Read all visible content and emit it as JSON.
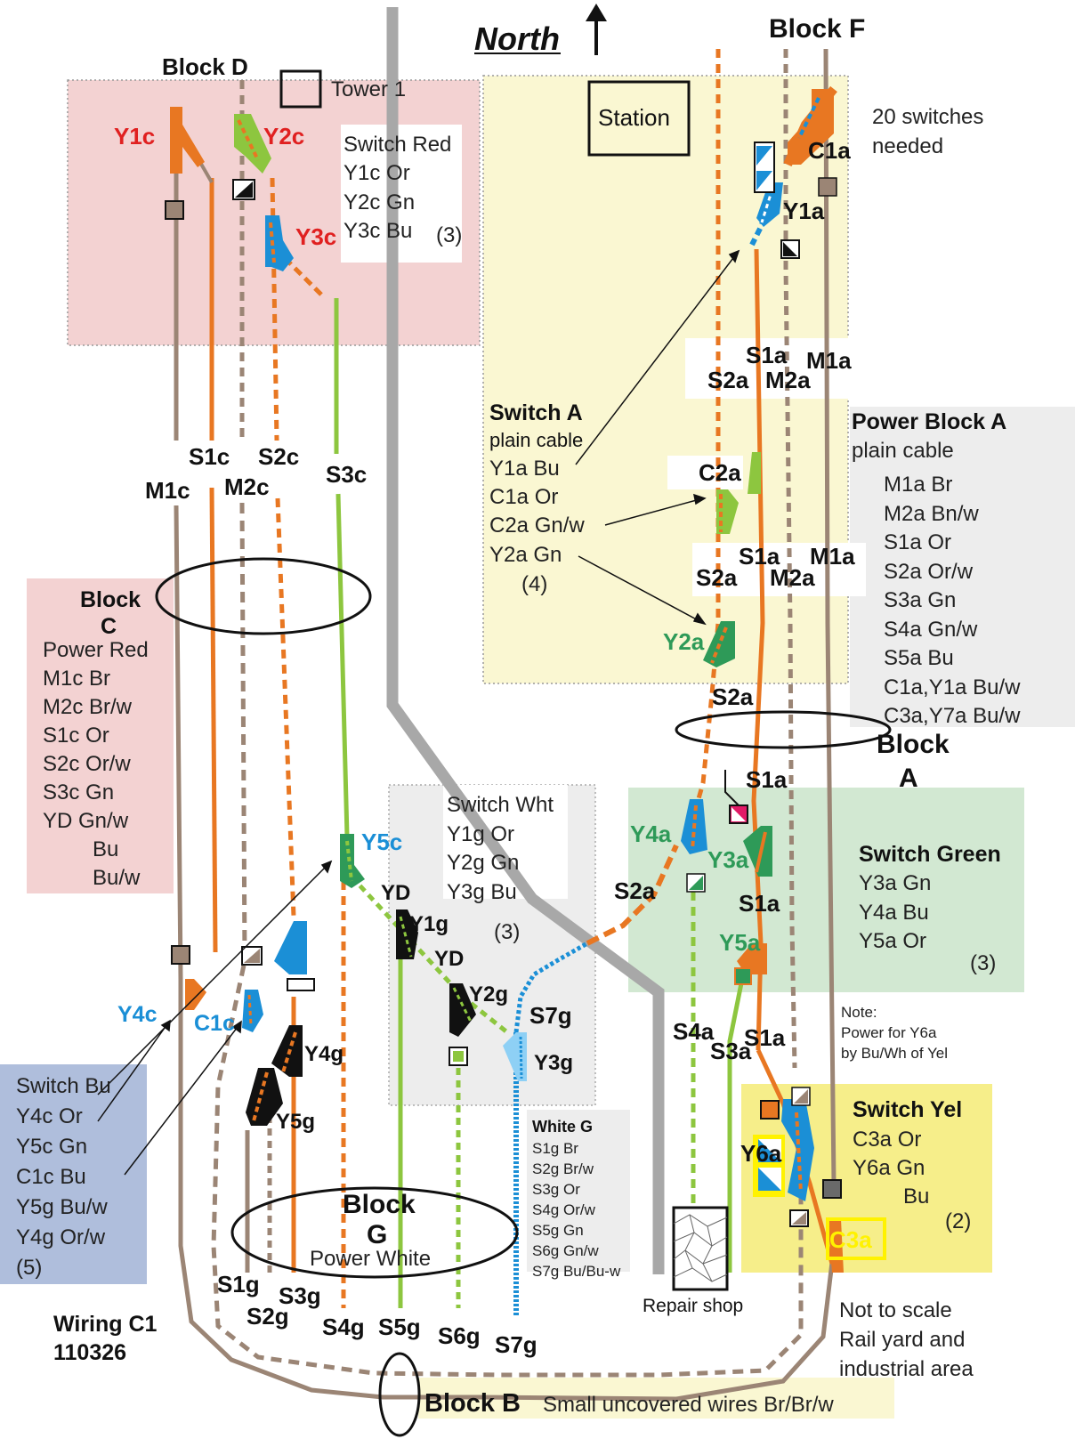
{
  "title": {
    "north": "North"
  },
  "blocks": {
    "D": "Block D",
    "F": "Block F",
    "C_line1": "Block",
    "C_line2": "C",
    "A_line1": "Block",
    "A_line2": "A",
    "G_line1": "Block",
    "G_line2": "G",
    "B": "Block B"
  },
  "landmarks": {
    "tower": "Tower 1",
    "station": "Station",
    "repair": "Repair shop"
  },
  "notes": {
    "switch_count": [
      "20 switches",
      "needed"
    ],
    "power_note": [
      "Note:",
      "Power for Y6a",
      "by Bu/Wh of Yel"
    ],
    "scale": [
      "Not to scale",
      "Rail yard and",
      "industrial area"
    ],
    "wiring": [
      "Wiring C1",
      "110326"
    ],
    "block_b_wires": "Small uncovered wires Br/Br/w",
    "power_white": "Power White"
  },
  "legends": {
    "switch_red": [
      "Switch Red",
      "Y1c Or",
      "Y2c Gn",
      "Y3c Bu",
      "(3)"
    ],
    "switch_a_title": "Switch A",
    "switch_a": [
      "plain cable",
      "Y1a Bu",
      "C1a Or",
      "C2a Gn/w",
      "Y2a Gn",
      "(4)"
    ],
    "power_a_title": "Power Block A",
    "power_a": [
      "plain cable",
      "M1a  Br",
      "M2a  Bn/w",
      "S1a Or",
      "S2a Or/w",
      "S3a Gn",
      "S4a Gn/w",
      "S5a Bu",
      "C1a,Y1a Bu/w",
      "C3a,Y7a Bu/w"
    ],
    "power_c": [
      "Power Red",
      "M1c Br",
      "M2c Br/w",
      "S1c Or",
      "S2c Or/w",
      "S3c Gn",
      "YD Gn/w",
      "Bu",
      "Bu/w"
    ],
    "switch_wht": [
      "Switch Wht",
      "Y1g Or",
      "Y2g Gn",
      "Y3g Bu",
      "(3)"
    ],
    "switch_green_title": "Switch Green",
    "switch_green": [
      "Y3a Gn",
      "Y4a Bu",
      "Y5a Or",
      "(3)"
    ],
    "switch_bu": [
      "Switch Bu",
      "Y4c Or",
      "Y5c Gn",
      "C1c Bu",
      "Y5g Bu/w",
      "Y4g Or/w",
      "(5)"
    ],
    "switch_yel_title": "Switch Yel",
    "switch_yel": [
      "C3a Or",
      "Y6a Gn",
      "Bu",
      "(2)"
    ],
    "white_g_title": "White G",
    "white_g": [
      "S1g Br",
      "S2g Br/w",
      "S3g Or",
      "S4g Or/w",
      "S5g Gn",
      "S6g Gn/w",
      "S7g Bu/Bu-w"
    ]
  },
  "switch_labels": {
    "y1c": "Y1c",
    "y2c": "Y2c",
    "y3c": "Y3c",
    "c1a": "C1a",
    "y1a": "Y1a",
    "c2a": "C2a",
    "y2a": "Y2a",
    "y4a": "Y4a",
    "y3a": "Y3a",
    "y5a": "Y5a",
    "y6a": "Y6a",
    "c3a": "C3a",
    "y5c": "Y5c",
    "yd1": "YD",
    "yd2": "YD",
    "y1g": "Y1g",
    "y2g": "Y2g",
    "y3g": "Y3g",
    "y4g": "Y4g",
    "y5g": "Y5g",
    "y4c": "Y4c",
    "c1c": "C1c"
  },
  "section_labels": {
    "s1a_top": "S1a",
    "m1a_top": "M1a",
    "s2a_top": "S2a",
    "m2a_top": "M2a",
    "s1a_mid": "S1a",
    "m1a_mid": "M1a",
    "s2a_mid": "S2a",
    "m2a_mid": "M2a",
    "s2a_low": "S2a",
    "s1a_low": "S1a",
    "s2a_green": "S2a",
    "s1a_green": "S1a",
    "s4a": "S4a",
    "s3a": "S3a",
    "s1a_bottom": "S1a",
    "s1c": "S1c",
    "s2c": "S2c",
    "m1c": "M1c",
    "m2c": "M2c",
    "s3c": "S3c",
    "s7g_top": "S7g",
    "s1g": "S1g",
    "s2g": "S2g",
    "s3g": "S3g",
    "s4g": "S4g",
    "s5g": "S5g",
    "s6g": "S6g",
    "s7g": "S7g"
  },
  "colors": {
    "orange": "#E87722",
    "brown": "#9B8575",
    "green": "#8DC63F",
    "blue": "#1B8FD6",
    "gray": "#A8A8A8",
    "pink_bg": "#F3D2D2",
    "yellow_bg": "#FAF7D2",
    "green_bg": "#D2E8D2",
    "gray_bg": "#EDEDED",
    "blue_bg": "#AFBEDC",
    "yellow_switch_bg": "#F6EE8A",
    "red_text": "#E02020",
    "green_text": "#2E9A58",
    "blue_text": "#1B8FD6"
  }
}
